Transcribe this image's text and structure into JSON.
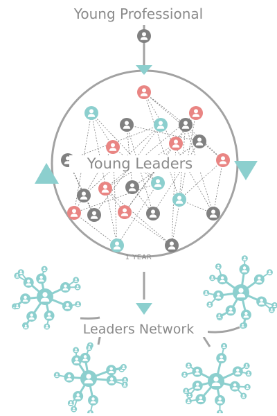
{
  "diagram": {
    "title": "Young Professional",
    "circle_label": "Young Leaders",
    "cycle_label": "1 YEAR",
    "network_label": "Leaders Network",
    "colors": {
      "red": "#e98583",
      "teal": "#8ccfce",
      "gray": "#808080",
      "line": "#a2a2a2",
      "cluster": "#8ccfce"
    },
    "icons": {
      "person": "person-icon",
      "arrow_down": "triangle-down-icon",
      "arrow_up": "triangle-up-icon"
    }
  }
}
